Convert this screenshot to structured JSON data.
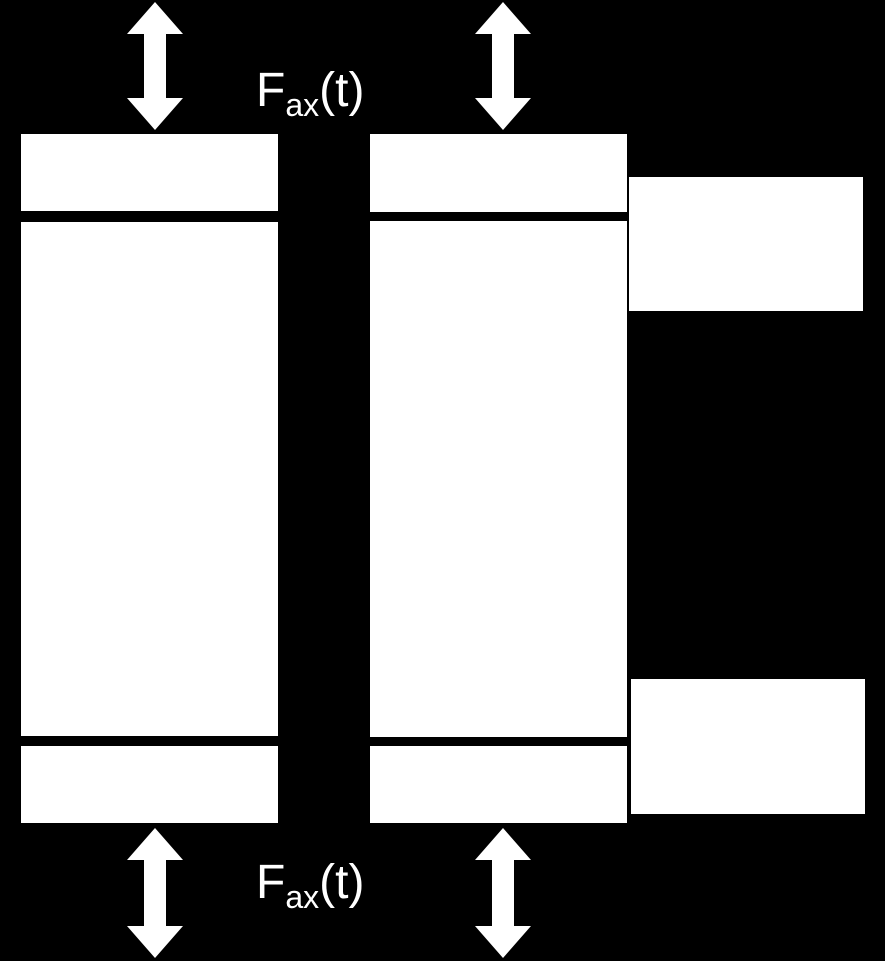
{
  "colors": {
    "background": "#000000",
    "shapes": "#ffffff"
  },
  "labels": {
    "force_top": {
      "symbol": "F",
      "subscript": "ax",
      "argument": "(t)"
    },
    "force_bottom": {
      "symbol": "F",
      "subscript": "ax",
      "argument": "(t)"
    }
  },
  "arrows": {
    "direction": "bidirectional-vertical",
    "count": 4
  }
}
